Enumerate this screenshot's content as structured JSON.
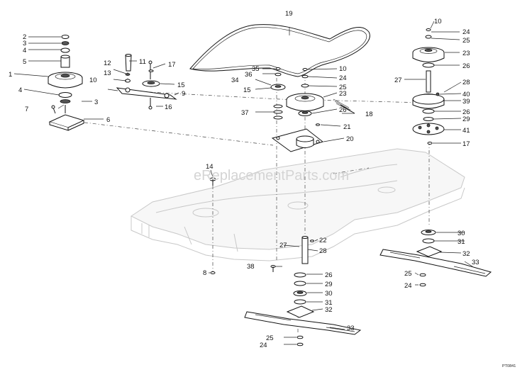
{
  "watermark": "eReplacementParts.com",
  "diagram_code": "PT0841",
  "callouts": {
    "c1": "1",
    "c2": "2",
    "c3a": "3",
    "c3b": "3",
    "c4a": "4",
    "c4b": "4",
    "c5": "5",
    "c6": "6",
    "c7": "7",
    "c8": "8",
    "c9": "9",
    "c10a": "10",
    "c10b": "10",
    "c10c": "10",
    "c11": "11",
    "c12": "12",
    "c13": "13",
    "c14": "14",
    "c15a": "15",
    "c15b": "15",
    "c16": "16",
    "c17a": "17",
    "c17b": "17",
    "c18": "18",
    "c19": "19",
    "c20": "20",
    "c21": "21",
    "c22": "22",
    "c23a": "23",
    "c23b": "23",
    "c24a": "24",
    "c24b": "24",
    "c24c": "24",
    "c24d": "24",
    "c25a": "25",
    "c25b": "25",
    "c25c": "25",
    "c25d": "25",
    "c26a": "26",
    "c26b": "26",
    "c26c": "26",
    "c26d": "26",
    "c27a": "27",
    "c27b": "27",
    "c28a": "28",
    "c28b": "28",
    "c29a": "29",
    "c29b": "29",
    "c30a": "30",
    "c30b": "30",
    "c31a": "31",
    "c31b": "31",
    "c32a": "32",
    "c32b": "32",
    "c33a": "33",
    "c33b": "33",
    "c34": "34",
    "c35": "35",
    "c36": "36",
    "c37": "37",
    "c38": "38",
    "c39": "39",
    "c40": "40",
    "c41": "41"
  }
}
